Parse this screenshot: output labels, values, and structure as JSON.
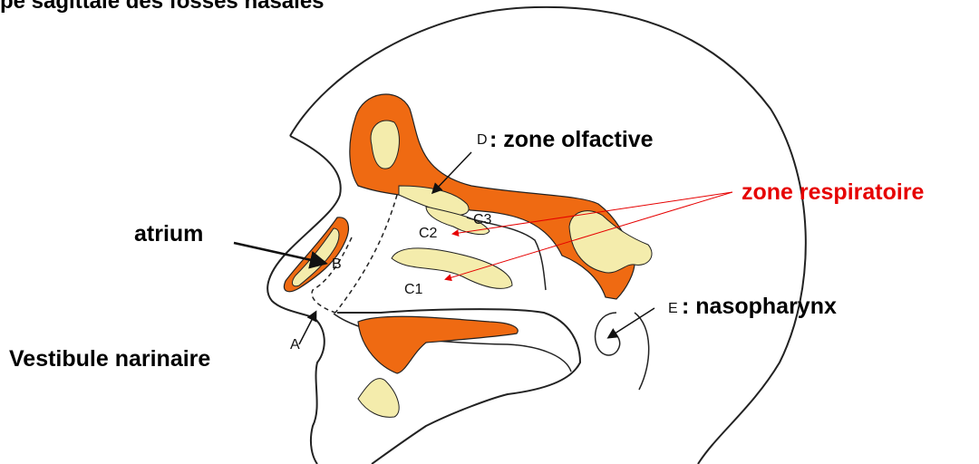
{
  "title": "pe sagittale des fosses nasales",
  "labels": {
    "D": "D",
    "zone_olfactive": ": zone olfactive",
    "zone_respiratoire": "zone respiratoire",
    "atrium": "atrium",
    "vestibule": "Vestibule narinaire",
    "E": "E",
    "nasopharynx": ": nasopharynx",
    "A": "A",
    "B": "B",
    "C1": "C1",
    "C2": "C2",
    "C3": "C3"
  },
  "colors": {
    "bone": "#ef6a12",
    "cartilage": "#f4ecac",
    "outline": "#222222",
    "annotation_red": "#e60000"
  }
}
